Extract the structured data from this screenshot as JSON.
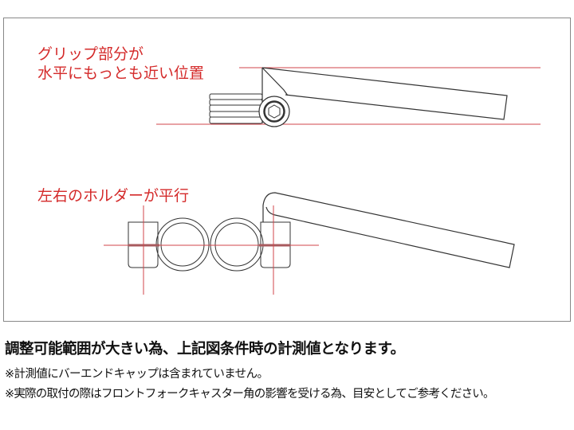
{
  "diagram": {
    "top_figure": {
      "label_lines": [
        "グリップ部分が",
        "水平にもっとも近い位置"
      ],
      "caption": "グリップ部分が水平にもっとも近い位置"
    },
    "bottom_figure": {
      "label": "左右のホルダーが平行"
    },
    "colors": {
      "guide_line": "#d0454b",
      "annotation_text": "#d42a2a",
      "outline": "#333333",
      "frame": "#888888"
    }
  },
  "notes": {
    "main": "調整可能範囲が大きい為、上記図条件時の計測値となります。",
    "note1": "※計測値にバーエンドキャップは含まれていません。",
    "note2": "※実際の取付の際はフロントフォークキャスター角の影響を受ける為、目安としてご参考ください。"
  }
}
